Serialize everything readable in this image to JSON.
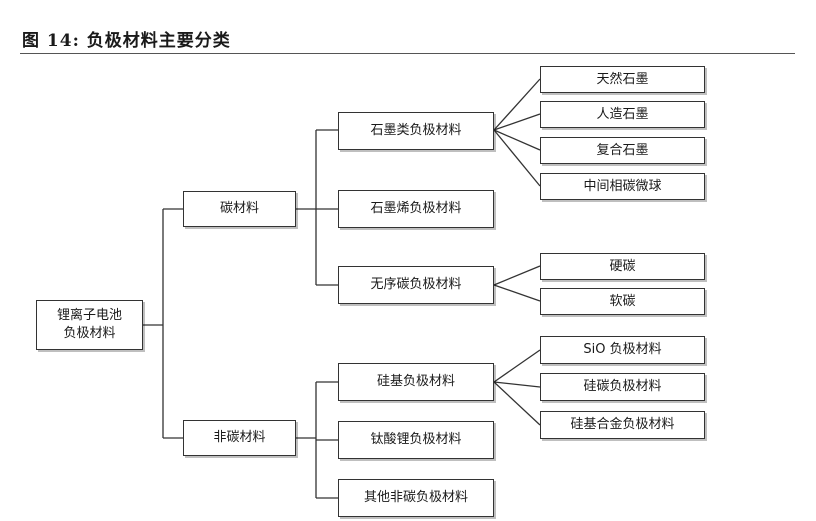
{
  "title": "图 14: 负极材料主要分类",
  "root": "锂离子电池\n负极材料",
  "level1": {
    "carbon": "碳材料",
    "non_carbon": "非碳材料"
  },
  "level2": {
    "graphite_type": "石墨类负极材料",
    "graphene": "石墨烯负极材料",
    "amorphous_carbon": "无序碳负极材料",
    "silicon_based": "硅基负极材料",
    "lithium_titanate": "钛酸锂负极材料",
    "other_non_carbon": "其他非碳负极材料"
  },
  "level3": {
    "natural_graphite": "天然石墨",
    "artificial_graphite": "人造石墨",
    "composite_graphite": "复合石墨",
    "mcmb": "中间相碳微球",
    "hard_carbon": "硬碳",
    "soft_carbon": "软碳",
    "sio": "SiO 负极材料",
    "silicon_carbon": "硅碳负极材料",
    "silicon_alloy": "硅基合金负极材料"
  }
}
